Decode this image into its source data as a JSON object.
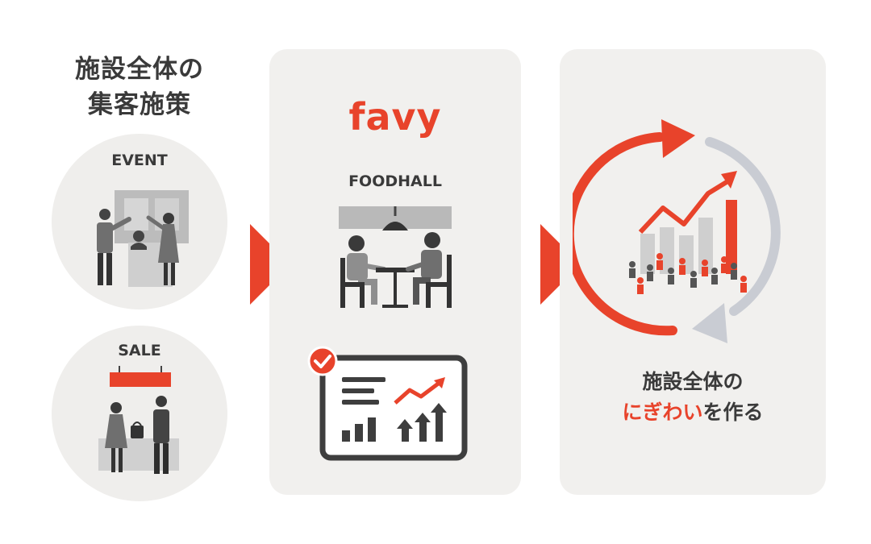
{
  "left": {
    "title_line1": "施設全体の",
    "title_line2": "集客施策",
    "event_label": "EVENT",
    "sale_label": "SALE"
  },
  "middle": {
    "logo": "favy",
    "foodhall_label": "FOODHALL"
  },
  "right": {
    "text_line1": "施設全体の",
    "text_accent": "にぎわい",
    "text_rest": "を作る"
  },
  "colors": {
    "accent": "#e8432b",
    "dark": "#3a3a3a",
    "gray": "#8c8c8c",
    "panel": "#f1f0ee",
    "cycle_gray": "#c9ccd3"
  },
  "icons": [
    "event-illustration",
    "sale-illustration",
    "foodhall-illustration",
    "analytics-dashboard-icon",
    "check-icon",
    "growth-cycle-icon"
  ]
}
